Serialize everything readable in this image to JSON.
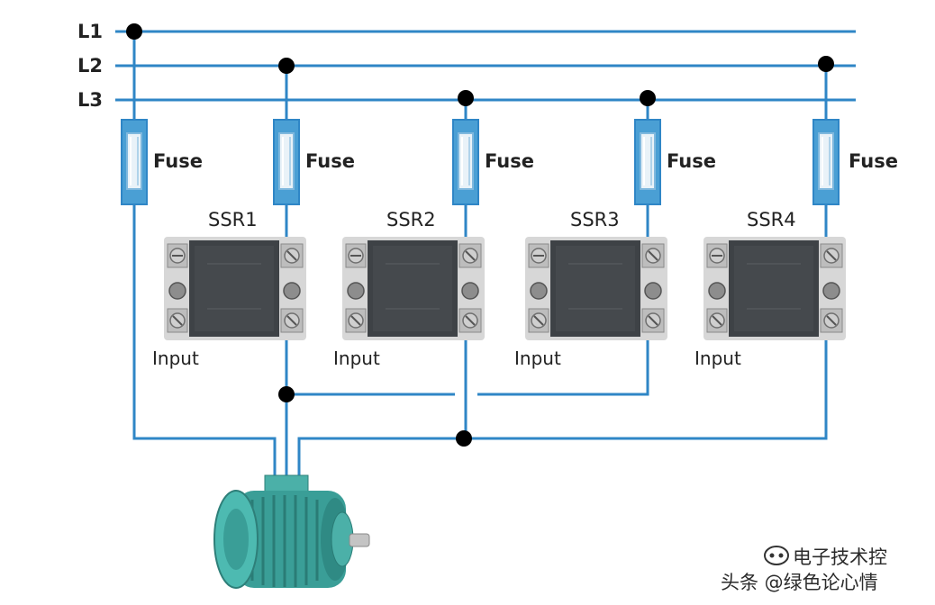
{
  "lines": {
    "l1": "L1",
    "l2": "L2",
    "l3": "L3"
  },
  "fuse_label": "Fuse",
  "ssr_labels": [
    "SSR1",
    "SSR2",
    "SSR3",
    "SSR4"
  ],
  "input_label": "Input",
  "colors": {
    "wire": "#2f86c6",
    "junction": "#000000",
    "relay_body": "#3e4246",
    "terminal": "#c9c9c9",
    "motor": "#3a9e97"
  },
  "watermark": {
    "channel": "电子技术控",
    "credit": "头条 @绿色论心情"
  }
}
